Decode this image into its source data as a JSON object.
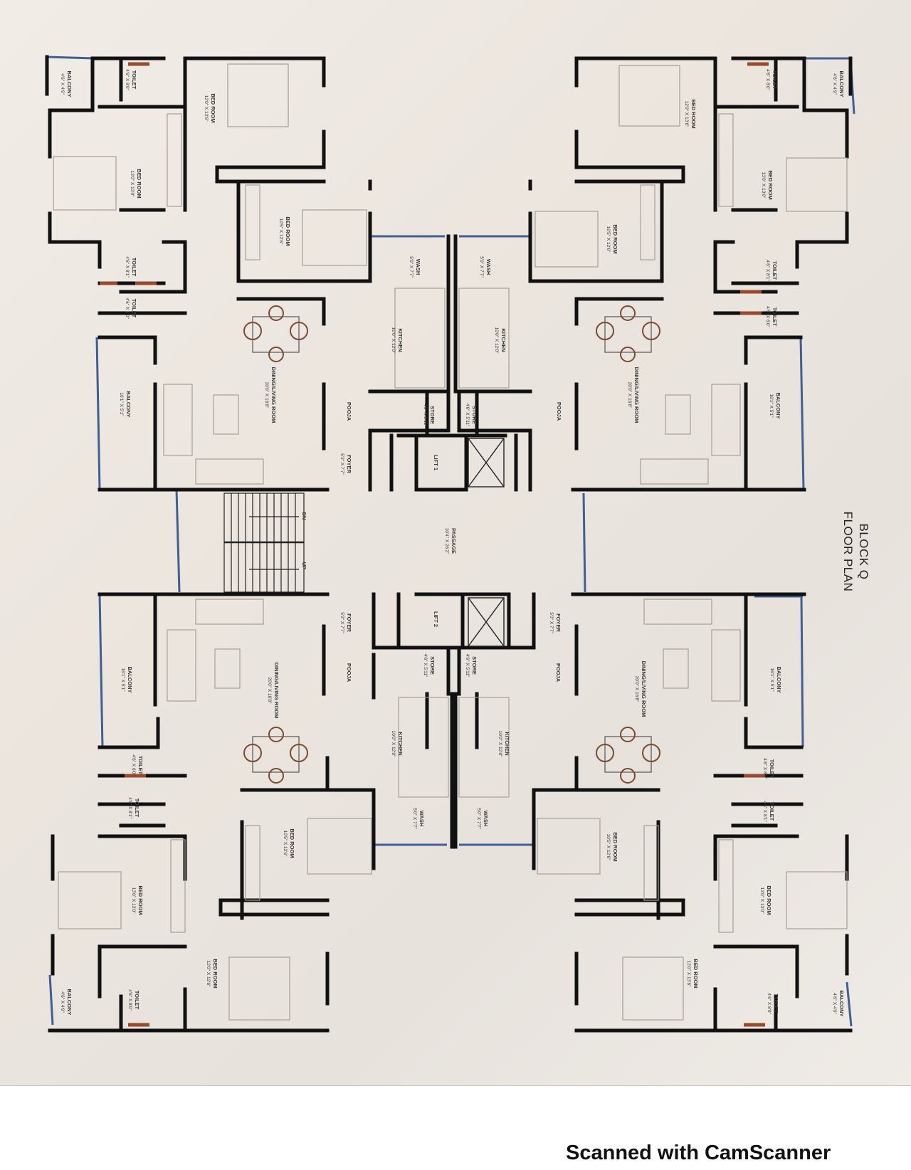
{
  "plan": {
    "title_line1": "BLOCK Q",
    "title_line2": "FLOOR PLAN"
  },
  "rooms": {
    "balcony_corner_tl": "BALCONY",
    "balcony_corner_tl_dim": "4'6\" X 4'9\"",
    "toilet_tl": "TOILET",
    "toilet_tl_dim": "4'6\" X 8'0\"",
    "bedroom_a_tl": "BED ROOM",
    "bedroom_a_tl_dim": "12'0\" X 13'6\"",
    "bedroom_b_tl": "BED ROOM",
    "bedroom_b_tl_dim": "13'0\" X 13'0\"",
    "bedroom_c_tl": "BED ROOM",
    "bedroom_c_tl_dim": "10'5\" X 12'6\"",
    "toilet2_tl": "TOILET",
    "toilet2_tl_dim": "4'6\" X 8'1\"",
    "toilet3_tl": "TOILET",
    "toilet3_tl_dim": "4'6\" X 6'0\"",
    "wash_tl": "WASH",
    "wash_tl_dim": "5'0\" X 7'7\"",
    "kitchen_tl": "KITCHEN",
    "kitchen_tl_dim": "10'0\" X 12'0\"",
    "dining_tl": "DINING/LIVING ROOM",
    "dining_tl_dim": "20'0\" X 16'8\"",
    "balcony_tl": "BALCONY",
    "balcony_tl_dim": "16'1\" X 5'1\"",
    "pooja_tl": "POOJA",
    "store_tl": "STORE",
    "store_tl_dim": "4'6\" X 5'11\"",
    "foyer_tl": "FOYER",
    "foyer_tl_dim": "5'3\" X 7'7\"",
    "balcony_corner_tr": "BALCONY",
    "balcony_corner_tr_dim": "4'6\" X 4'9\"",
    "toilet_tr": "TOILET",
    "toilet_tr_dim": "4'6\" X 8'0\"",
    "bedroom_a_tr": "BED ROOM",
    "bedroom_a_tr_dim": "12'0\" X 13'6\"",
    "bedroom_b_tr": "BED ROOM",
    "bedroom_b_tr_dim": "13'0\" X 13'0\"",
    "bedroom_c_tr": "BED ROOM",
    "bedroom_c_tr_dim": "10'5\" X 12'6\"",
    "toilet2_tr": "TOILET",
    "toilet2_tr_dim": "4'6\" X 8'1\"",
    "toilet3_tr": "TOILET",
    "toilet3_tr_dim": "4'6\" X 6'0\"",
    "wash_tr": "WASH",
    "wash_tr_dim": "5'0\" X 7'7\"",
    "kitchen_tr": "KITCHEN",
    "kitchen_tr_dim": "10'0\" X 12'0\"",
    "dining_tr": "DINING/LIVING ROOM",
    "dining_tr_dim": "20'0\" X 16'8\"",
    "balcony_tr": "BALCONY",
    "balcony_tr_dim": "16'1\" X 5'1\"",
    "pooja_tr": "POOJA",
    "store_tr": "STORE",
    "store_tr_dim": "4'6\" X 5'11\"",
    "lift1": "LIFT 1",
    "lift2": "LIFT 2",
    "passage": "PASSAGE",
    "passage_dim": "10'4\" X 26'2\"",
    "stair_dn": "DN",
    "stair_up": "UP",
    "foyer_bl": "FOYER",
    "foyer_bl_dim": "5'3\" X 7'7\"",
    "pooja_bl": "POOJA",
    "store_bl": "STORE",
    "store_bl_dim": "4'6\" X 5'11\"",
    "dining_bl": "DINING/LIVING ROOM",
    "dining_bl_dim": "20'0\" X 16'8\"",
    "balcony_bl": "BALCONY",
    "balcony_bl_dim": "16'1\" X 5'1\"",
    "kitchen_bl": "KITCHEN",
    "kitchen_bl_dim": "10'0\" X 12'0\"",
    "wash_bl": "WASH",
    "wash_bl_dim": "5'0\" X 7'7\"",
    "toilet3_bl": "TOILET",
    "toilet3_bl_dim": "4'6\" X 6'0\"",
    "toilet2_bl": "TOILET",
    "toilet2_bl_dim": "4'6\" X 8'1\"",
    "bedroom_c_bl": "BED ROOM",
    "bedroom_c_bl_dim": "10'5\" X 12'6\"",
    "bedroom_b_bl": "BED ROOM",
    "bedroom_b_bl_dim": "13'0\" X 13'0\"",
    "bedroom_a_bl": "BED ROOM",
    "bedroom_a_bl_dim": "12'0\" X 13'6\"",
    "toilet_bl": "TOILET",
    "toilet_bl_dim": "4'6\" X 8'0\"",
    "balcony_corner_bl": "BALCONY",
    "balcony_corner_bl_dim": "4'6\" X 4'9\"",
    "foyer_br": "FOYER",
    "foyer_br_dim": "5'3\" X 7'7\"",
    "pooja_br": "POOJA",
    "store_br": "STORE",
    "store_br_dim": "4'6\" X 5'11\"",
    "dining_br": "DINING/LIVING ROOM",
    "dining_br_dim": "20'0\" X 16'8\"",
    "balcony_br": "BALCONY",
    "balcony_br_dim": "16'1\" X 5'1\"",
    "kitchen_br": "KITCHEN",
    "kitchen_br_dim": "10'0\" X 12'0\"",
    "wash_br": "WASH",
    "wash_br_dim": "5'0\" X 7'7\"",
    "toilet3_br": "TOILET",
    "toilet3_br_dim": "4'6\" X 6'0\"",
    "toilet2_br": "TOILET",
    "toilet2_br_dim": "4'6\" X 8'1\"",
    "bedroom_c_br": "BED ROOM",
    "bedroom_c_br_dim": "10'5\" X 12'6\"",
    "bedroom_b_br": "BED ROOM",
    "bedroom_b_br_dim": "13'0\" X 13'0\"",
    "bedroom_a_br": "BED ROOM",
    "bedroom_a_br_dim": "12'0\" X 13'6\"",
    "toilet_br": "TOILET",
    "toilet_br_dim": "4'6\" X 8'0\"",
    "balcony_corner_br": "BALCONY",
    "balcony_corner_br_dim": "4'6\" X 4'9\""
  },
  "footer": {
    "watermark": "Scanned with CamScanner"
  },
  "colors": {
    "paper": "#ece6df",
    "wall": "#111111",
    "glass": "#3f5f96",
    "furniture": "#a79f98",
    "door": "#9a4a2c"
  }
}
